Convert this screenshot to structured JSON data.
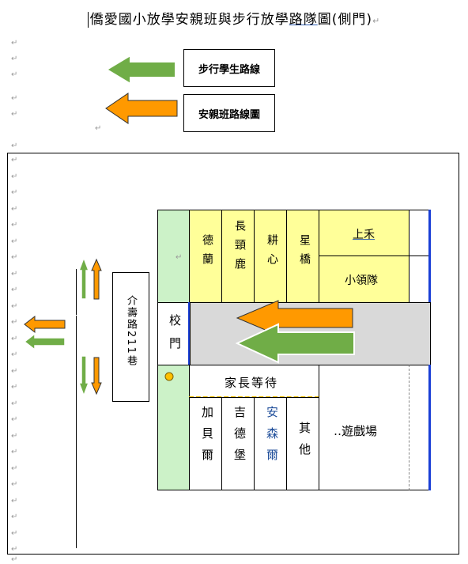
{
  "title": {
    "prefix": "僑愛國小放學安親班與步行放學",
    "underlined": "路隊",
    "suffix": "圖(側門)",
    "mark": "↵"
  },
  "legend": {
    "walking_label": "步行學生路線",
    "afterschool_label": "安親班路線圖"
  },
  "colors": {
    "walking_arrow": "#70ad47",
    "afterschool_arrow": "#ff9900",
    "yellow_cells": "#ffff99",
    "green_cells": "#ccf2c8",
    "blue_border": "#1a3fd6"
  },
  "map": {
    "road_label": "介壽路211巷",
    "gate_label": "校門",
    "top_row": {
      "deland": "德蘭",
      "changjinglu": "長頸鹿",
      "gengxin": "耕心",
      "xingqiao": "星橋",
      "shanghe": "上禾",
      "xiaolingdui": "小領隊"
    },
    "parent_wait": "家長等待",
    "bottom_row": {
      "jiabeier": "加貝爾",
      "jidebao": "吉德堡",
      "ansener": "安森爾",
      "qita": "其他",
      "playground": "‥遊戲場"
    }
  }
}
